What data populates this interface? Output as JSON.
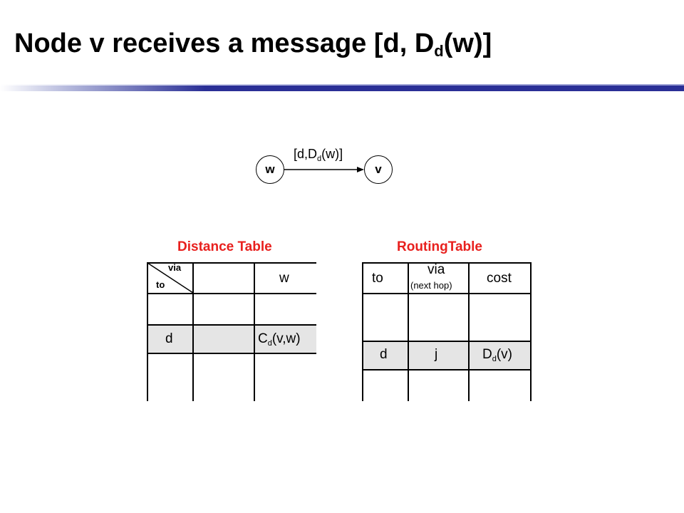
{
  "title": {
    "main": "Node v receives a message [d, D",
    "sub": "d",
    "end": "(w)]"
  },
  "message": {
    "from": "w",
    "to": "v",
    "pre": "[d,D",
    "sub": "d",
    "post": "(w)]"
  },
  "distance_table": {
    "title": "Distance Table",
    "corner_via": "via",
    "corner_to": "to",
    "header_w": "w",
    "row_label": "d",
    "cost_pre": "C",
    "cost_sub": "d",
    "cost_post": "(v,w)"
  },
  "routing_table": {
    "title": "RoutingTable",
    "headers": {
      "to": "to",
      "via": "via",
      "via_sub": "(next hop)",
      "cost": "cost"
    },
    "row": {
      "to": "d",
      "via": "j",
      "cost_pre": "D",
      "cost_sub": "d",
      "cost_post": "(v)"
    }
  }
}
